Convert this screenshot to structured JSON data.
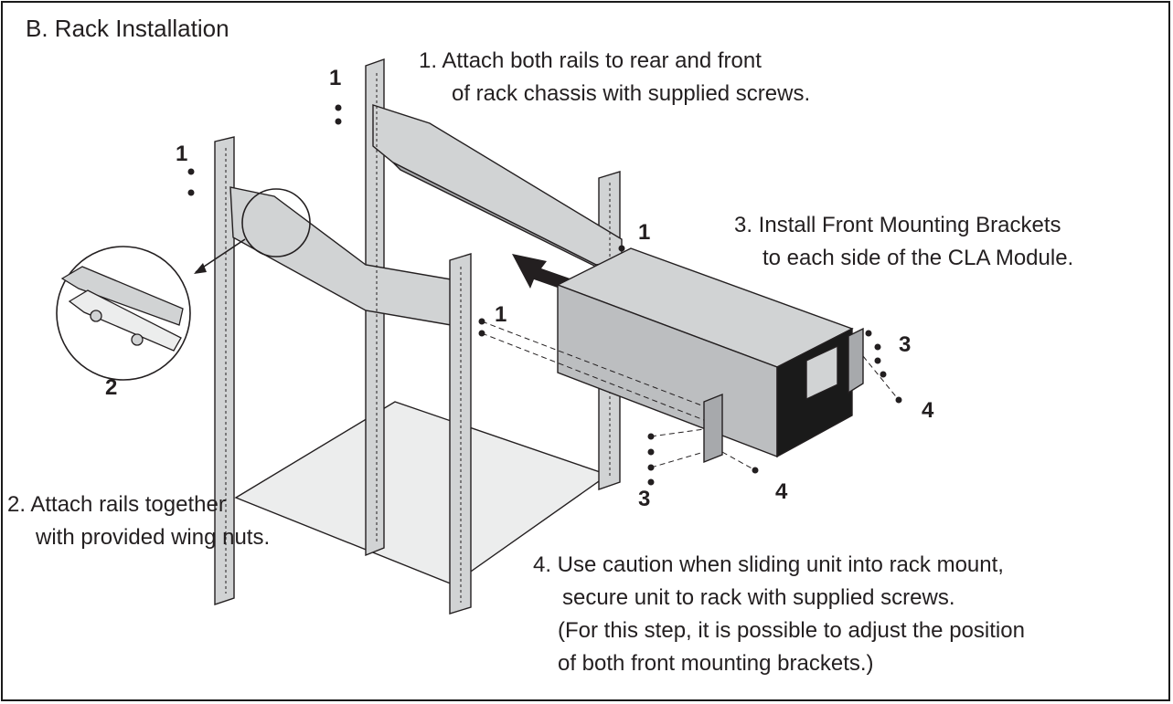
{
  "title": "B.  Rack Installation",
  "steps": {
    "step1": [
      "1.  Attach both rails to rear and  front",
      "of rack chassis with supplied screws."
    ],
    "step2": [
      "2.  Attach rails together",
      "with provided wing nuts."
    ],
    "step3": [
      "3.  Install Front Mounting Brackets",
      "to each side of the CLA Module."
    ],
    "step4": [
      "4.  Use caution when sliding unit into rack mount,",
      "secure unit to rack with supplied screws.",
      "(For this step, it is possible to adjust the position",
      "of both front mounting brackets.)"
    ]
  },
  "callouts": {
    "c1_top": "1",
    "c1_left": "1",
    "c1_right": "1",
    "c1_mid": "1",
    "c2": "2",
    "c3_right": "3",
    "c3_bottom": "3",
    "c4_right": "4",
    "c4_bottom": "4"
  },
  "colors": {
    "line": "#231f20",
    "panel": "#d1d3d4",
    "panel_dark": "#a7a9ac",
    "unit_face": "#1a1a1a"
  }
}
